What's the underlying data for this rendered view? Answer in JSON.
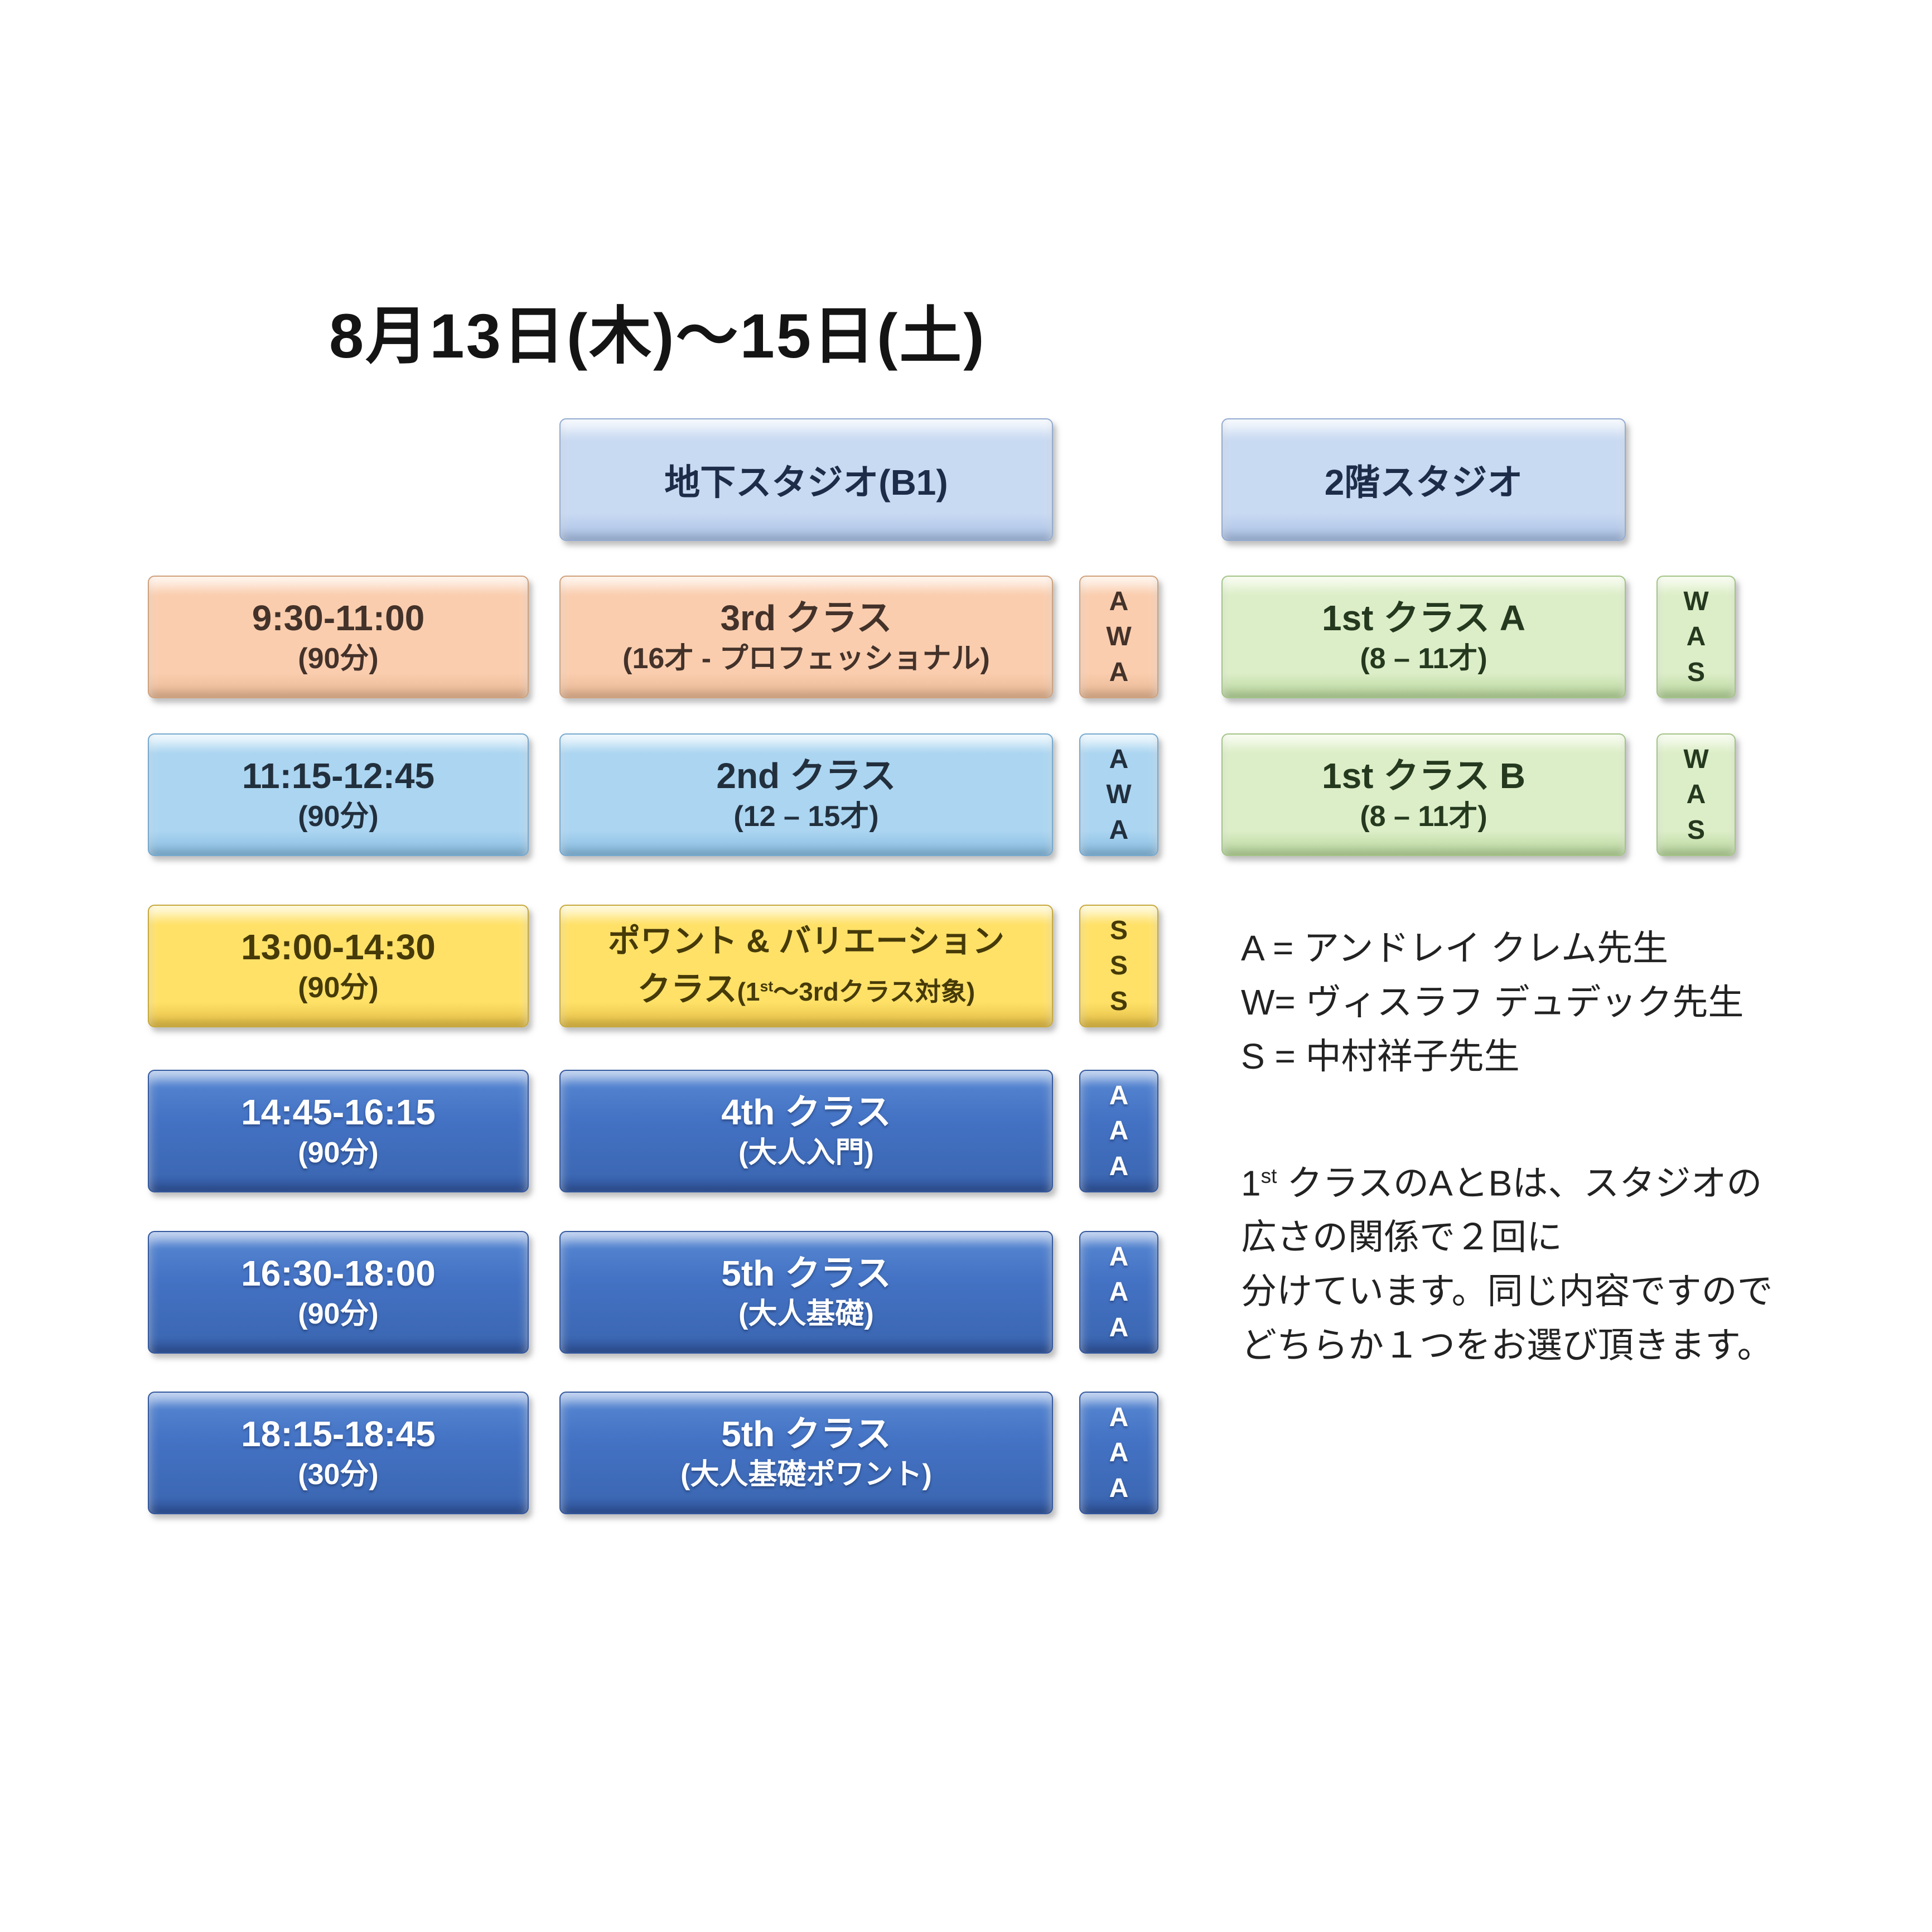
{
  "title": "8月13日(木)～15日(土)",
  "headers": {
    "b1": "地下スタジオ(B1)",
    "f2": "2階スタジオ"
  },
  "rows": [
    {
      "time": "9:30-11:00",
      "duration": "(90分)",
      "b1_title": "3rd クラス",
      "b1_subtitle": "(16才 - プロフェッショナル)",
      "b1_teachers": "A\nW\nA",
      "f2_title": "1st クラス A",
      "f2_subtitle": "(8 – 11才)",
      "f2_teachers": "W\nA\nS"
    },
    {
      "time": "11:15-12:45",
      "duration": "(90分)",
      "b1_title": "2nd クラス",
      "b1_subtitle": "(12 – 15才)",
      "b1_teachers": "A\nW\nA",
      "f2_title": "1st クラス B",
      "f2_subtitle": "(8 – 11才)",
      "f2_teachers": "W\nA\nS"
    },
    {
      "time": "13:00-14:30",
      "duration": "(90分)",
      "b1_title": "ポワント & バリエーション",
      "b1_line2_main": "クラス",
      "b1_line2_pre": "(1",
      "b1_line2_sup": "st",
      "b1_line2_post": "～3rdクラス対象)",
      "b1_teachers": "S\nS\nS"
    },
    {
      "time": "14:45-16:15",
      "duration": "(90分)",
      "b1_title": "4th クラス",
      "b1_subtitle": "(大人入門)",
      "b1_teachers": "A\nA\nA"
    },
    {
      "time": "16:30-18:00",
      "duration": "(90分)",
      "b1_title": "5th クラス",
      "b1_subtitle": "(大人基礎)",
      "b1_teachers": "A\nA\nA"
    },
    {
      "time": "18:15-18:45",
      "duration": "(30分)",
      "b1_title": "5th クラス",
      "b1_subtitle": "(大人基礎ポワント)",
      "b1_teachers": "A\nA\nA"
    }
  ],
  "legend": {
    "a": "A = アンドレイ クレム先生",
    "w": "W= ヴィスラフ デュデック先生",
    "s": "S = 中村祥子先生"
  },
  "note": {
    "line1_pre": "1",
    "line1_sup": "st",
    "line1_post": " クラスのAとBは、スタジオの",
    "line2": "広さの関係で２回に",
    "line3": "分けています。同じ内容ですので",
    "line4": "どちらか１つをお選び頂きます。"
  },
  "colors": {
    "peach": "#FACDAE",
    "light_blue": "#ABD5F1",
    "yellow": "#FFE168",
    "dark_blue": "#4472C4",
    "green": "#DCEEC7",
    "header_blue": "#C8D9F2"
  }
}
